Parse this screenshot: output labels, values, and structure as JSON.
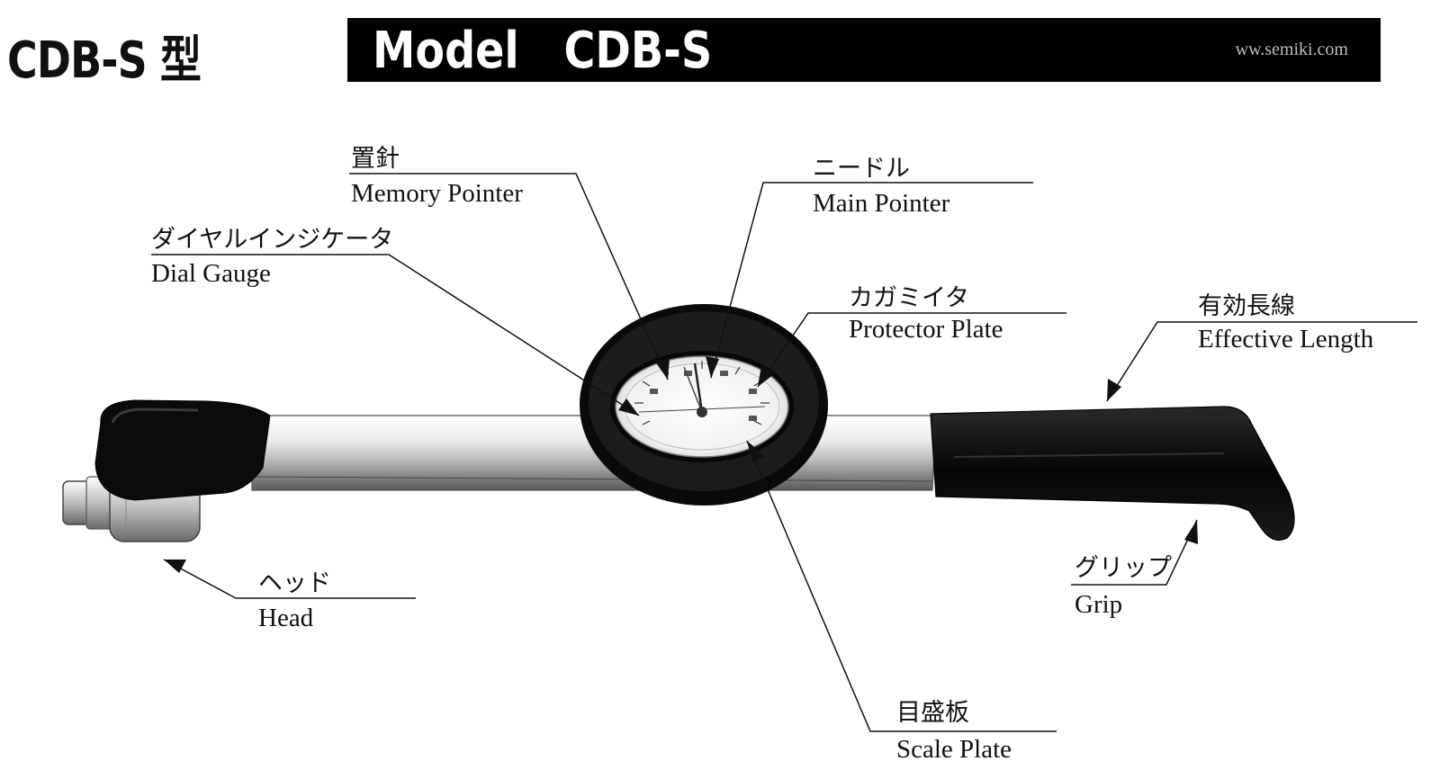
{
  "header": {
    "title_jp": "CDB-S 型",
    "banner_title": "Model   CDB-S",
    "website": "ww.semiki.com"
  },
  "callouts": {
    "memory_pointer": {
      "jp": "置針",
      "en": "Memory Pointer"
    },
    "main_pointer": {
      "jp": "ニードル",
      "en": "Main Pointer"
    },
    "dial_gauge": {
      "jp": "ダイヤルインジケータ",
      "en": "Dial Gauge"
    },
    "protector_plate": {
      "jp": "カガミイタ",
      "en": "Protector Plate"
    },
    "effective_length": {
      "jp": "有効長線",
      "en": "Effective Length"
    },
    "head": {
      "jp": "ヘッド",
      "en": "Head"
    },
    "grip": {
      "jp": "グリップ",
      "en": "Grip"
    },
    "scale_plate": {
      "jp": "目盛板",
      "en": "Scale Plate"
    }
  },
  "colors": {
    "ink": "#111111",
    "banner_bg": "#000000",
    "banner_text": "#ffffff",
    "url_text": "#bdbdbd"
  }
}
